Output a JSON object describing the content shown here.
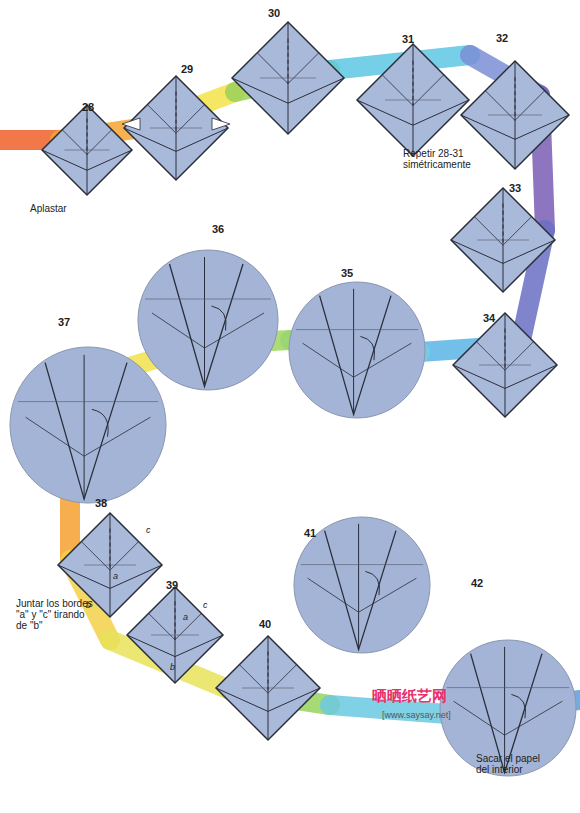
{
  "diagram": {
    "labels": [
      "28",
      "Aplastar",
      "29",
      "30",
      "31",
      "Repetir 28-31 simétricamente",
      "32",
      "33",
      "34",
      "35",
      "36",
      "37",
      "38",
      "Juntar los bordes \"a\" y \"c\" tirando de \"b\"",
      "c",
      "a",
      "b",
      "39",
      "c",
      "a",
      "b",
      "40",
      "41",
      "42",
      "Sacar el papel del interior",
      "晒晒纸艺网",
      "[www.saysay.net]"
    ]
  }
}
